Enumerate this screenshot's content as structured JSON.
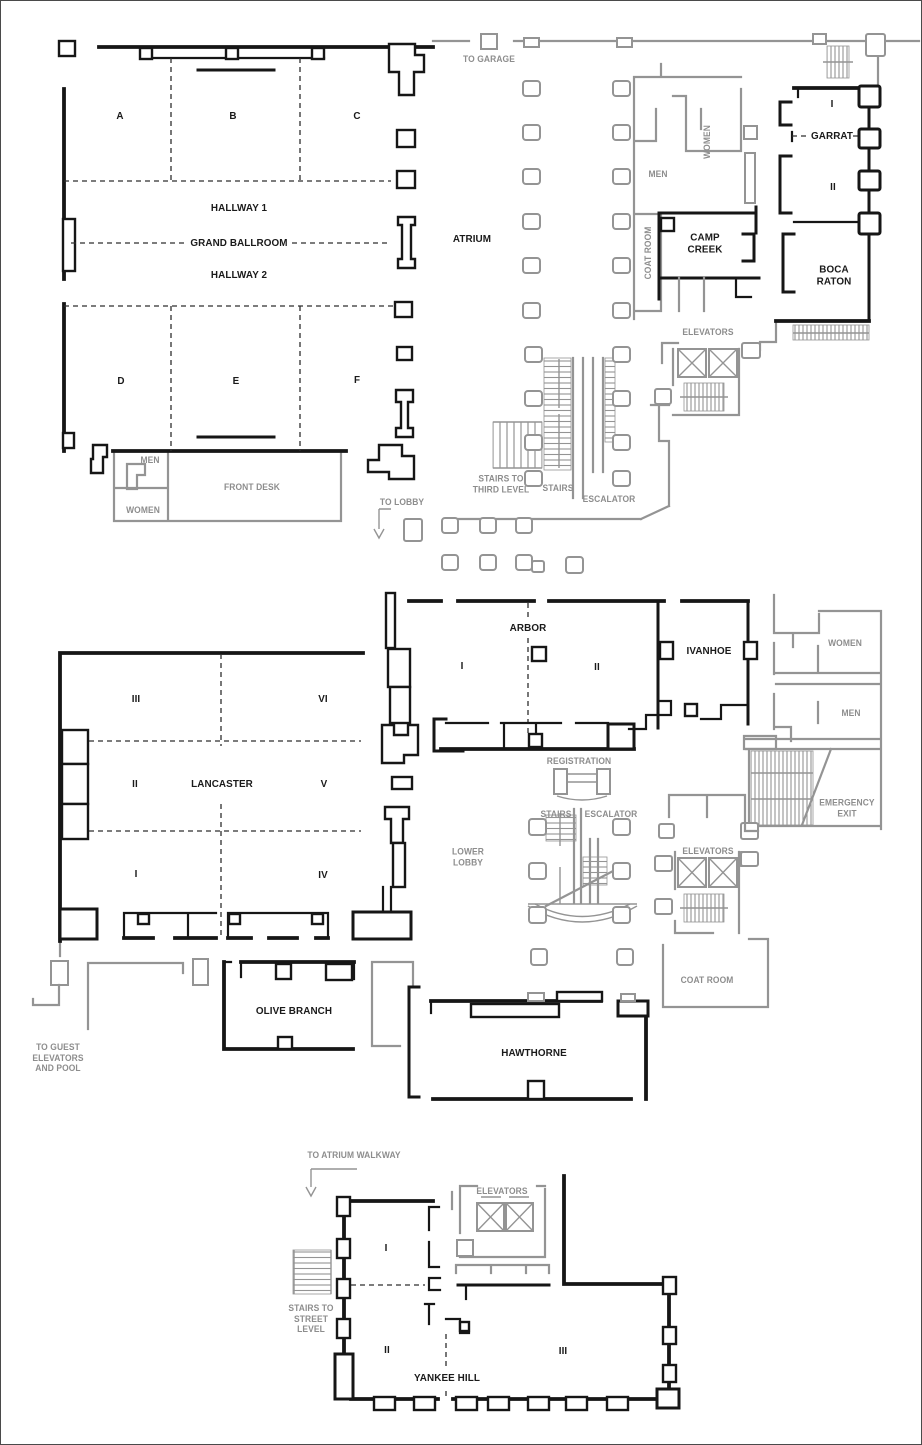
{
  "floor_plan": {
    "colors": {
      "wall": "#161616",
      "secondary_wall": "#949494",
      "label_gray": "#8d8d8d",
      "background": "#ffffff"
    },
    "upper_level": {
      "grand_ballroom": {
        "label": "GRAND BALLROOM",
        "sections": [
          "A",
          "B",
          "C",
          "D",
          "E",
          "F"
        ],
        "hallway_1": "HALLWAY 1",
        "hallway_2": "HALLWAY 2"
      },
      "atrium": "ATRIUM",
      "to_garage": "TO GARAGE",
      "restrooms": {
        "men": "MEN",
        "women": "WOMEN"
      },
      "coat_room": "COAT ROOM",
      "camp_creek": "CAMP CREEK",
      "garrat": {
        "label": "GARRAT",
        "sections": [
          "I",
          "II"
        ]
      },
      "boca_raton": "BOCA RATON",
      "elevators": "ELEVATORS",
      "stairs_to_third_level": "STAIRS TO THIRD LEVEL",
      "stairs": "STAIRS",
      "escalator": "ESCALATOR",
      "to_lobby": "TO LOBBY",
      "front_desk": "FRONT DESK",
      "lobby_restrooms": {
        "men": "MEN",
        "women": "WOMEN"
      }
    },
    "lower_level": {
      "lancaster": {
        "label": "LANCASTER",
        "sections": [
          "I",
          "II",
          "III",
          "IV",
          "V",
          "VI"
        ]
      },
      "arbor": {
        "label": "ARBOR",
        "sections": [
          "I",
          "II"
        ]
      },
      "ivanhoe": "IVANHOE",
      "registration": "REGISTRATION",
      "restrooms": {
        "men": "MEN",
        "women": "WOMEN"
      },
      "emergency_exit": "EMERGENCY EXIT",
      "stairs": "STAIRS",
      "escalator": "ESCALATOR",
      "lower_lobby": "LOWER LOBBY",
      "elevators": "ELEVATORS",
      "coat_room": "COAT ROOM",
      "olive_branch": "OLIVE BRANCH",
      "hawthorne": "HAWTHORNE",
      "to_guest_elevators_and_pool": "TO GUEST ELEVATORS AND POOL"
    },
    "street_level": {
      "yankee_hill": {
        "label": "YANKEE HILL",
        "sections": [
          "I",
          "II",
          "III"
        ]
      },
      "to_atrium_walkway": "TO ATRIUM WALKWAY",
      "elevators": "ELEVATORS",
      "stairs_to_street_level": "STAIRS TO STREET LEVEL"
    }
  }
}
